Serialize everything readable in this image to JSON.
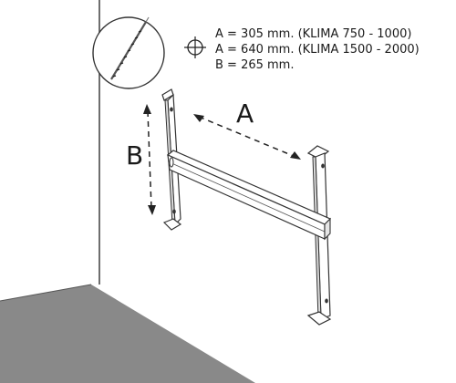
{
  "specs": {
    "line1": "A = 305 mm. (KLIMA 750 - 1000)",
    "line2": "A = 640 mm. (KLIMA 1500 - 2000)",
    "line3": "B = 265 mm."
  },
  "dimensions": {
    "a_label": "A",
    "b_label": "B"
  },
  "icons": {
    "drill": "drill-bit-icon",
    "crosshair": "crosshair-icon"
  },
  "colors": {
    "floor": "#898989",
    "wall_line": "#4a4a4a",
    "bracket_fill": "#ffffff",
    "stroke": "#333333"
  }
}
